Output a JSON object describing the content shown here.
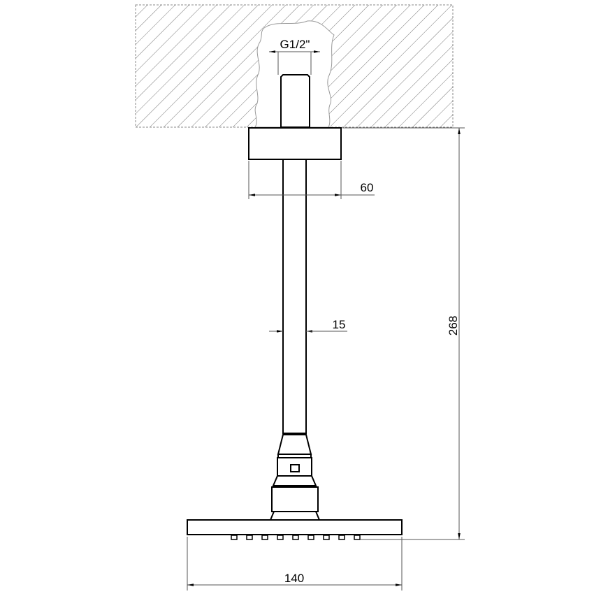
{
  "drawing": {
    "thread_label": "G1/2\"",
    "flange_diameter": "60",
    "pipe_diameter": "15",
    "total_height": "268",
    "head_width": "140"
  },
  "colors": {
    "line": "#000000",
    "hatch": "#777777",
    "dimension": "#555555"
  }
}
